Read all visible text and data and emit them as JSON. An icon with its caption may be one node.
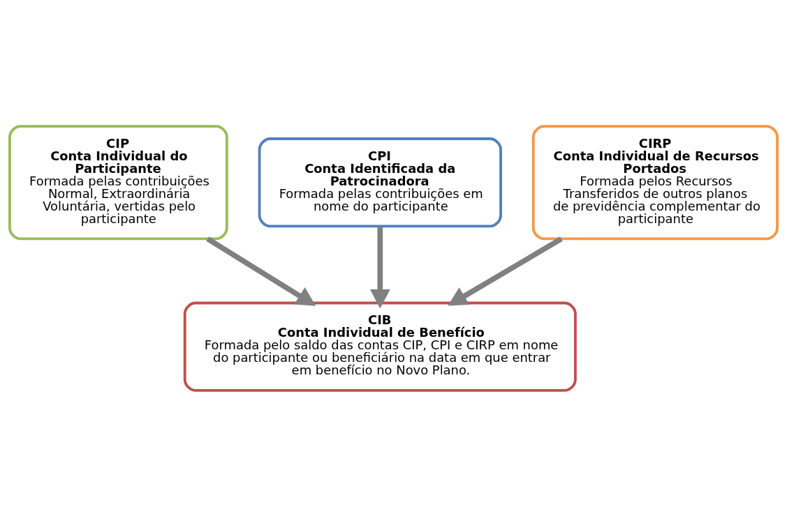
{
  "diagram": {
    "nodes": [
      {
        "text": [
          "CIP",
          "Conta Individual do Participante",
          "Formada pelas contribuições Normal, Extraordinária Voluntária, vertidas pelo participante"
        ]
      },
      {
        "text": [
          "CPI",
          "Conta Identificada da Patrocinadora",
          "Formada pelas contribuições em nome do participante"
        ]
      },
      {
        "text": [
          "CIRP",
          "Conta Individual de Recursos Portados",
          "Formada pelos Recursos Transferidos de outros planos de previdência complementar do participante"
        ]
      },
      {
        "text": [
          "CIB",
          "Conta Individual de Benefício",
          "Formada pelo saldo das contas CIP, CPI e CIRP em nome do participante ou beneficiário na data em que entrar em benefício no Novo Plano."
        ]
      }
    ],
    "edges": [
      {
        "from": 0,
        "to": 3,
        "arrow": "to"
      },
      {
        "from": 1,
        "to": 3,
        "arrow": "to"
      },
      {
        "from": 2,
        "to": 3,
        "arrow": "to"
      }
    ]
  }
}
